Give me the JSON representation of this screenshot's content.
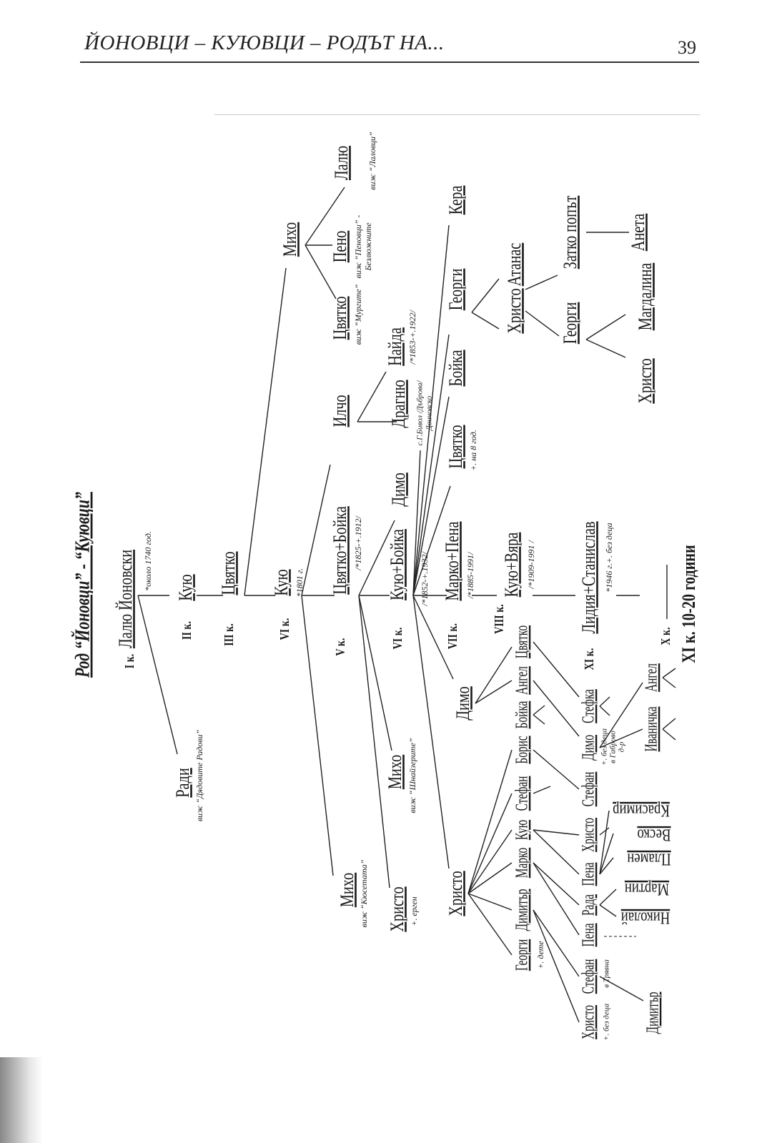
{
  "header": {
    "running_title": "ЙОНОВЦИ – КУЮВЦИ – РОДЪТ НА...",
    "page_number": "39"
  },
  "tree": {
    "title": "Род “Йоновци” - “Куювци”",
    "generations": {
      "g1": "I к.",
      "g2": "II к.",
      "g3": "III к.",
      "g4": "VI к.",
      "g5": "V к.",
      "g6": "VI к.",
      "g7": "VII к.",
      "g8": "VIII к.",
      "g9": "XI к.",
      "g10": "Х к.",
      "g11": "XI к. 10-20 години"
    },
    "nodes": {
      "lalyo": "Лалю Йоновски",
      "kuyu2": "Кую",
      "tsvyatko3": "Цвятко",
      "kuyu4": "Кую",
      "tsvyatko_boyka": "Цвятко+Бойка",
      "kuyu_boyka": "Кую+Бойка",
      "marko_pena": "Марко+Пена",
      "kuyu_vyara": "Кую+Вяра",
      "lidiya_stanislav": "Лидия+Станислав",
      "radi": "Ради",
      "miho_top": "Михо",
      "tsvyatko_m": "Цвятко",
      "peno": "Пено",
      "lalyo_m": "Лалю",
      "ilcho": "Илчо",
      "dragnyu": "Драгню",
      "nayda": "Найда",
      "dimo_v": "Димо",
      "tsvyatko_vi": "Цвятко",
      "boyka_vi": "Бойка",
      "georgi_vi": "Георги",
      "kera": "Кера",
      "hristo_g": "Христо",
      "atanas": "Атанас",
      "zatko": "Затко попът",
      "aneta": "Анета",
      "georgi_h": "Георги",
      "hristo_gg": "Христо",
      "magdalina": "Магдалина",
      "miho_k": "Михо",
      "hristo_e": "Христо",
      "miho_sh": "Михо",
      "hristo_vi": "Христо",
      "dimo_vii": "Димо",
      "c1": "Георги",
      "c2": "Димитър",
      "c3": "Марко",
      "c4": "Кую",
      "c5": "Стефан",
      "c6": "Борис",
      "c7": "Бойка",
      "c8": "Ангел",
      "c9": "Цвятко",
      "d1": "Христо",
      "d2": "Стефан",
      "d3": "Пена",
      "d4": "Рада",
      "d5": "Пена",
      "d6": "Христо",
      "d7": "Стефан",
      "d8": "Димо",
      "d9": "Стефка",
      "e1": "Димитър",
      "e2": "Николай",
      "e3": "Мартин",
      "e4": "Пламен",
      "e5": "Веско",
      "e6": "Красимир",
      "e7": "Иваничка",
      "e8": "Ангел"
    },
    "notes": {
      "lalyo": "*около 1740 год.",
      "kuyu4": "*1801 г.",
      "tsvyatko_boyka": "/*1825-+.1912/",
      "kuyu_boyka": "/*1852-+.1932/",
      "marko_pena": "/*1885-1991/",
      "kuyu_vyara": "/*1909-1991 /",
      "lidiya": "*1946 г.+. без деца",
      "radi": "виж “Дядовите Радови”",
      "tsvyatko_m": "виж “Мургите”",
      "peno1": "виж “Пеновци” -",
      "peno2": "Безлюжните",
      "lalyo_m": "виж “Лаловци”",
      "nayda": "/*1853-+.1922/",
      "dragnyu1": "с.Г.Бивол /Дъброва/",
      "dragnyu2": "Дончовско",
      "tsvyatko_vi": "+. на 8 год.",
      "miho_k": "виж “Кюсетата”",
      "hristo_e": "+. ерген",
      "miho_sh": "виж “Шнайзерите”",
      "c1": "+. дете",
      "d1": "+. без деца",
      "d2": "в Трявна",
      "d7a": "+. без деца",
      "d7b": "в Габрово",
      "d7c": "д-р"
    }
  }
}
